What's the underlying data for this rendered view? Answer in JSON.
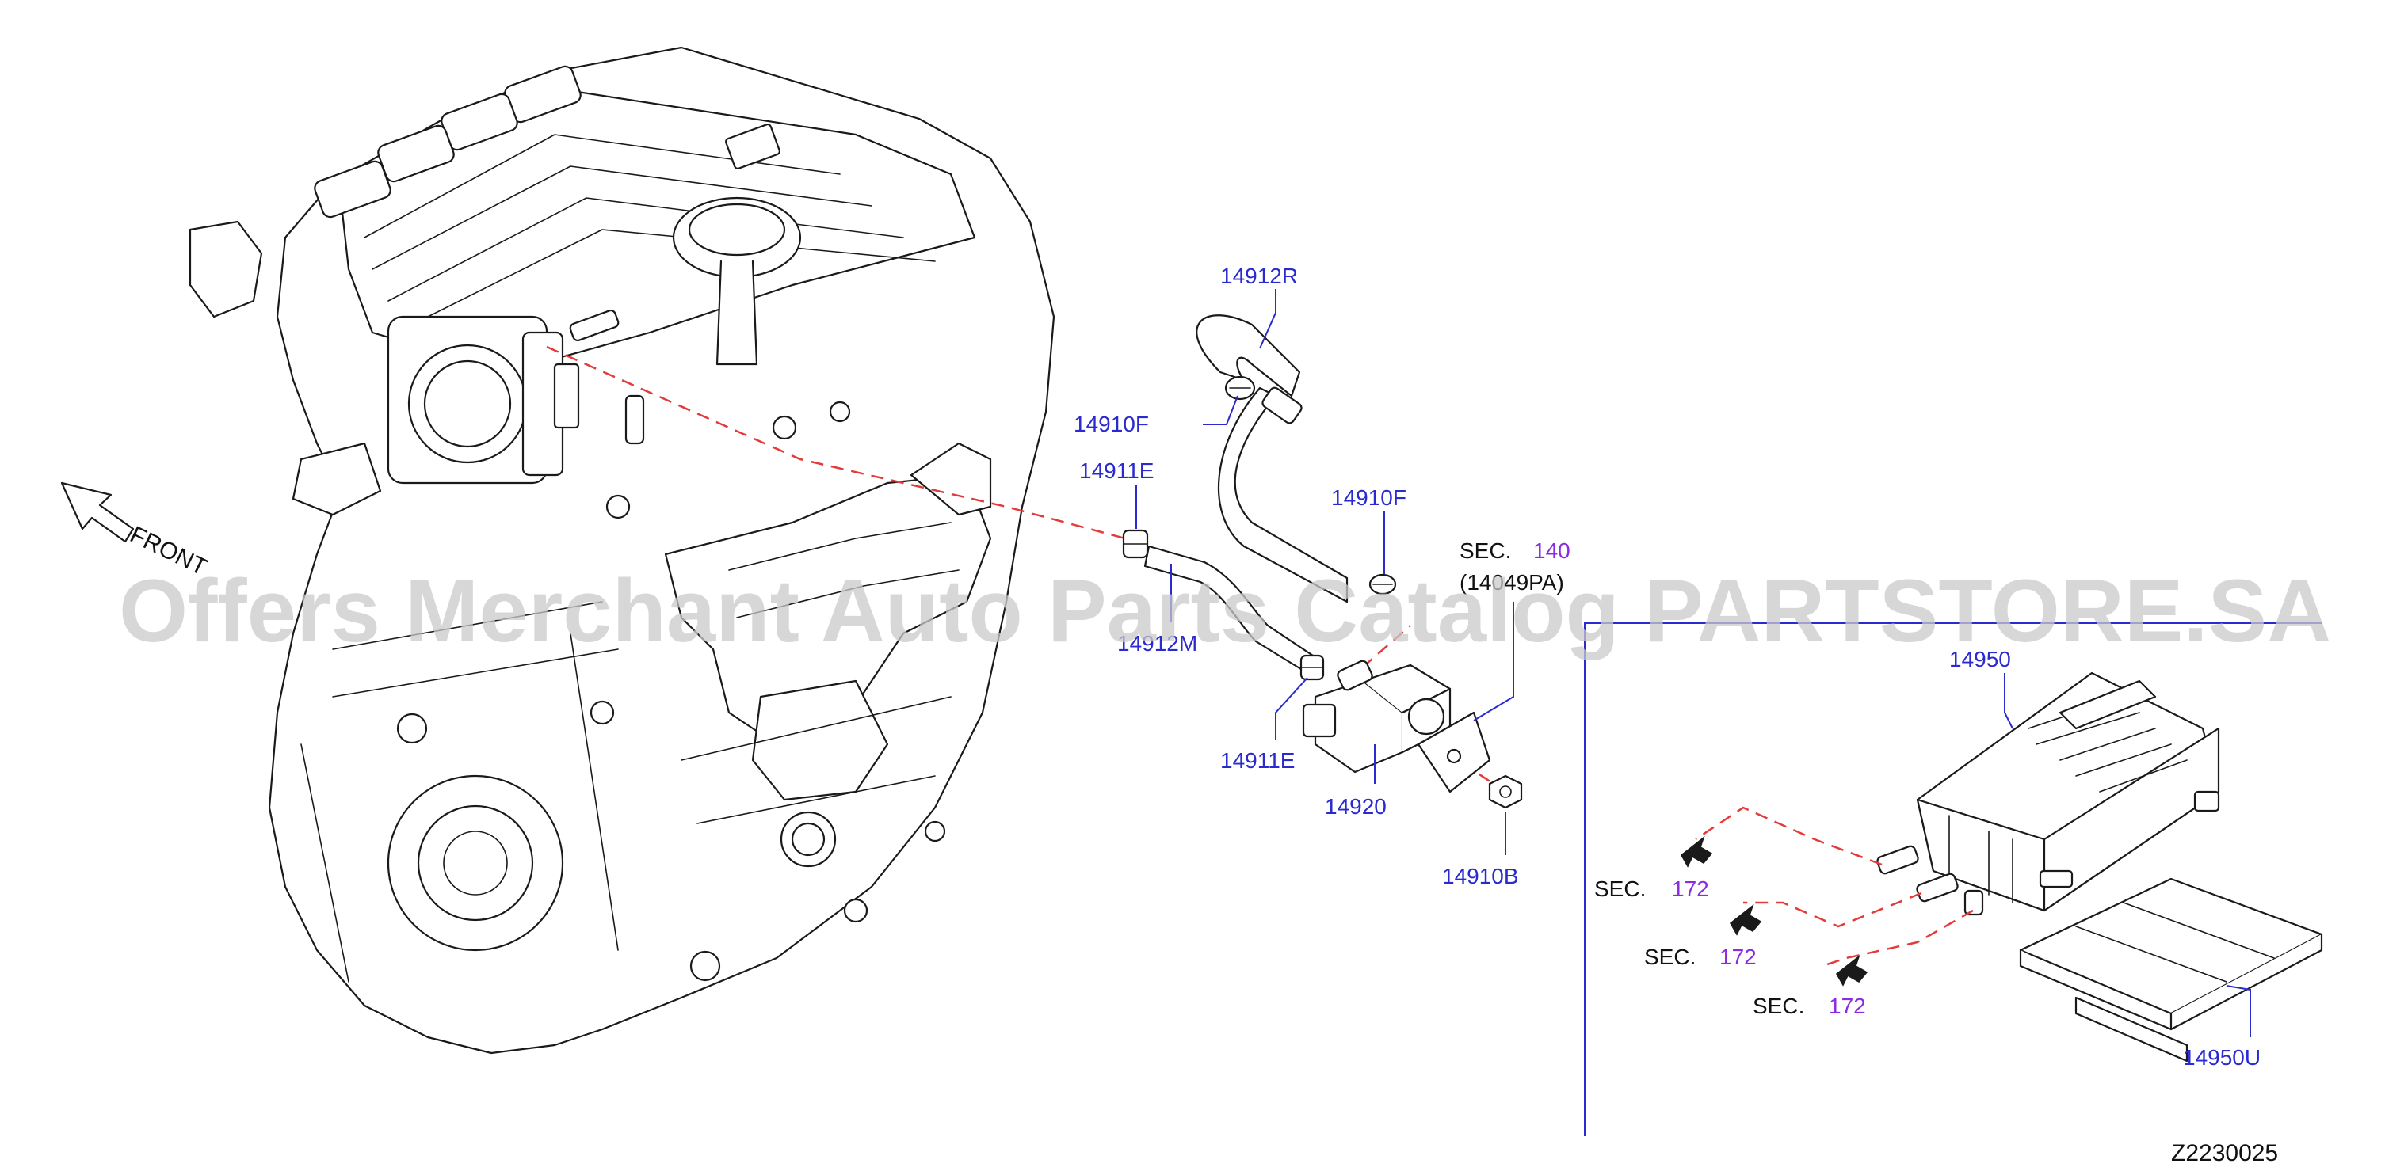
{
  "diagram": {
    "watermark": "Offers Merchant Auto Parts Catalog PARTSTORE.SA",
    "diagram_code": "Z2230025",
    "front_label": "FRONT",
    "parts": {
      "p14912R": "14912R",
      "p14910F_top": "14910F",
      "p14911E_top": "14911E",
      "p14910F_mid": "14910F",
      "p14912M": "14912M",
      "p14911E_bottom": "14911E",
      "p14920": "14920",
      "p14910B": "14910B",
      "p14950": "14950",
      "p14950U": "14950U"
    },
    "sections": {
      "sec140": {
        "label": "SEC.",
        "number": "140",
        "sub": "(14049PA)"
      },
      "sec172_a": {
        "label": "SEC.",
        "number": "172"
      },
      "sec172_b": {
        "label": "SEC.",
        "number": "172"
      },
      "sec172_c": {
        "label": "SEC.",
        "number": "172"
      }
    },
    "colors": {
      "part_label": "#2a2acf",
      "section_number": "#8a2be2",
      "dashed_route": "#e23b3b",
      "line_art": "#1a1a1a"
    }
  }
}
